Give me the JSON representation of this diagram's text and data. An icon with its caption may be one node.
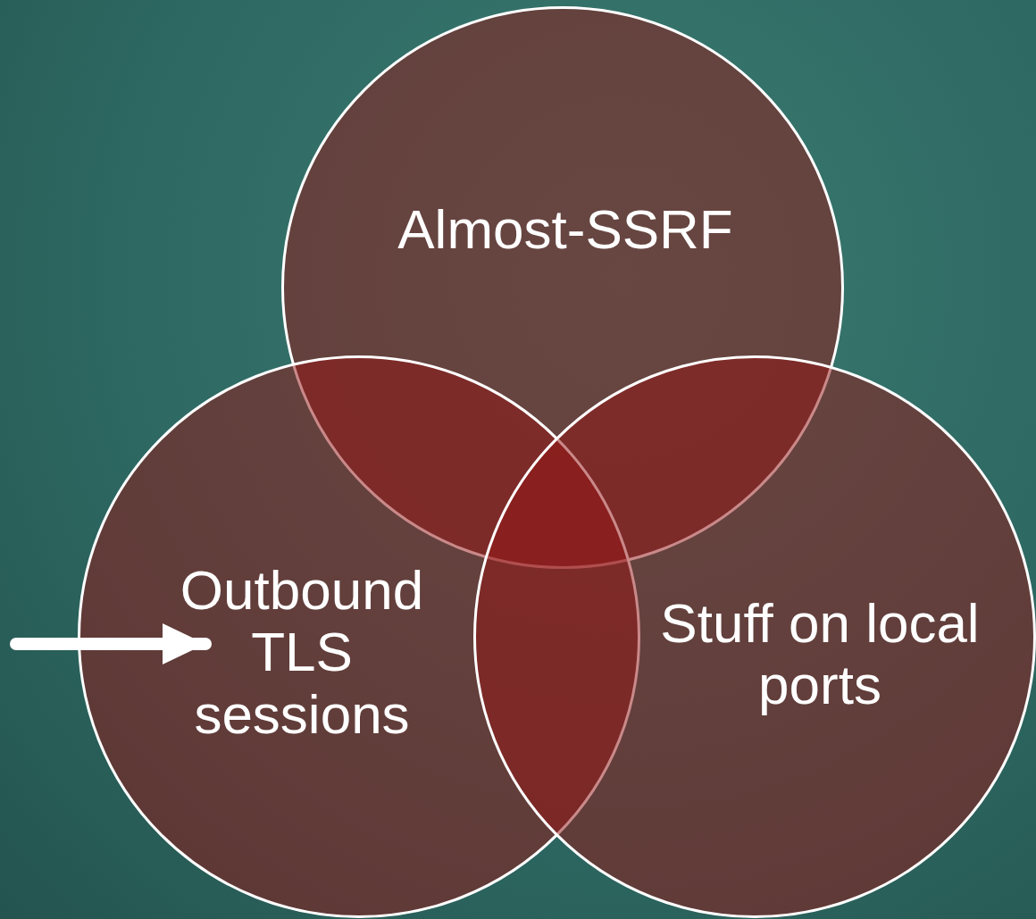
{
  "diagram": {
    "nodes": [
      {
        "text": [
          "Almost-SSRF"
        ]
      },
      {
        "text": [
          "Outbound TLS sessions"
        ]
      },
      {
        "text": [
          "Stuff on local ports"
        ]
      }
    ],
    "edges": [
      {
        "from": null,
        "to": 1,
        "arrow": "to"
      }
    ]
  }
}
